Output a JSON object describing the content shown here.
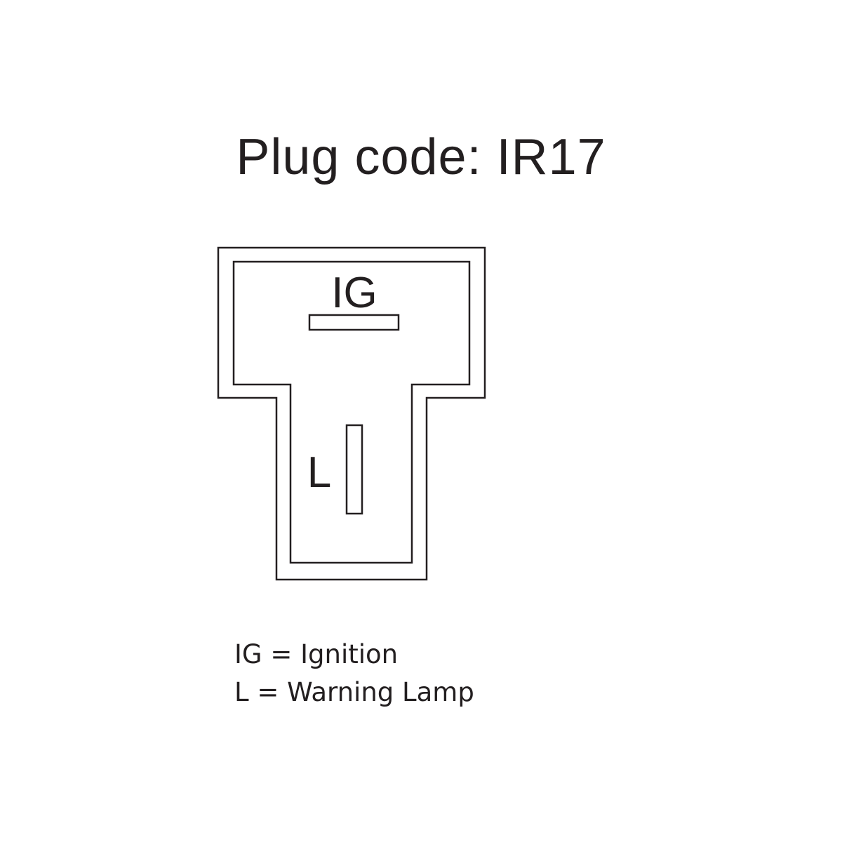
{
  "title": "Plug code: IR17",
  "pins": {
    "ig_label": "IG",
    "l_label": "L"
  },
  "legend": {
    "ig": "IG = Ignition",
    "l": "L = Warning Lamp"
  },
  "colors": {
    "stroke": "#231f20",
    "background": "#ffffff"
  }
}
